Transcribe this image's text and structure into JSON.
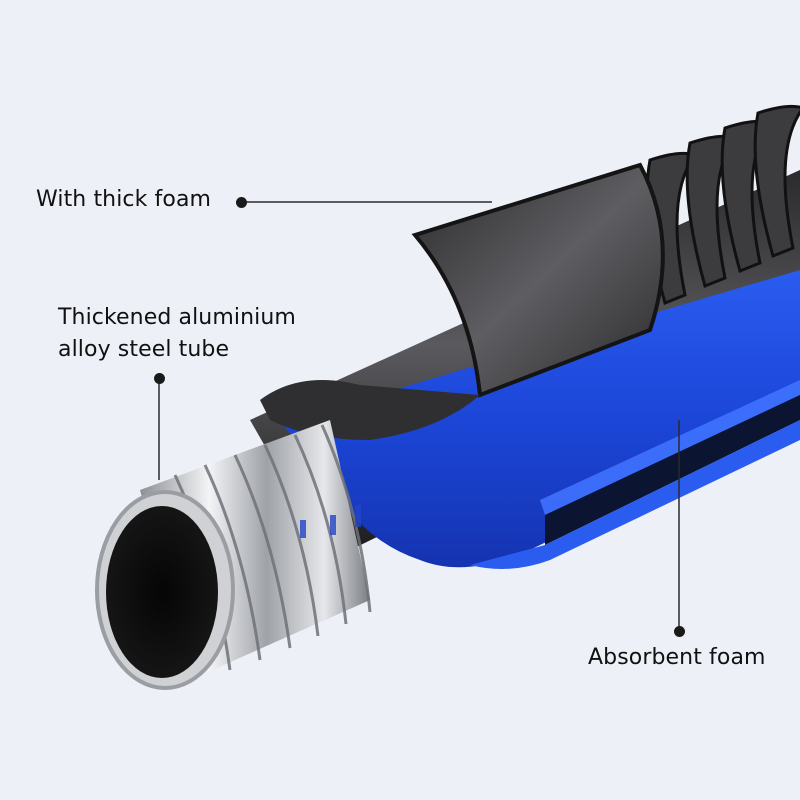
{
  "image": {
    "description": "Cut-away product illustration of a layered handle/tube",
    "background_color": "#edf0f7"
  },
  "callouts": [
    {
      "id": "thick-foam",
      "label": "With thick foam"
    },
    {
      "id": "steel-tube",
      "label_lines": [
        "Thickened aluminium",
        "alloy steel tube"
      ]
    },
    {
      "id": "absorbent-foam",
      "label": "Absorbent foam"
    }
  ],
  "colors": {
    "outer_foam": "#3a3a3c",
    "absorbent_foam": "#1f4fe0",
    "steel_tube": "#c9cbd0",
    "leader_line": "#2a2a2a",
    "text": "#111111"
  }
}
